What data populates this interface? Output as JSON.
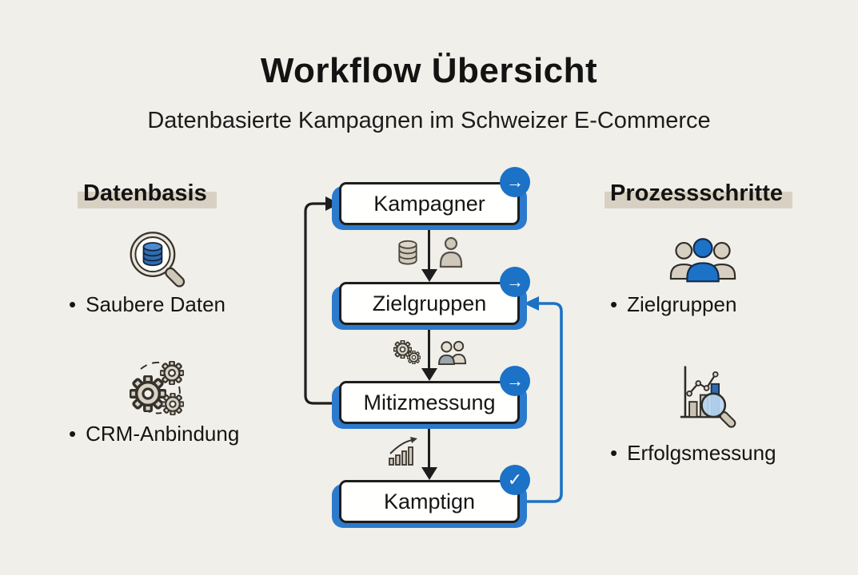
{
  "header": {
    "title": "Workflow Übersicht",
    "subtitle": "Datenbasierte Kampagnen im Schweizer E-Commerce"
  },
  "left_column": {
    "heading": "Datenbasis",
    "items": [
      {
        "bullet": "•",
        "label": "Saubere Daten",
        "icon": "database-magnifier-icon"
      },
      {
        "bullet": "•",
        "label": "CRM-Anbindung",
        "icon": "gears-icon"
      }
    ]
  },
  "right_column": {
    "heading": "Prozessschritte",
    "items": [
      {
        "bullet": "•",
        "label": "Zielgruppen",
        "icon": "people-group-icon"
      },
      {
        "bullet": "•",
        "label": "Erfolgsmessung",
        "icon": "chart-magnifier-icon"
      }
    ]
  },
  "flowchart": {
    "nodes": [
      {
        "label": "Kampagner",
        "badge": "arrow",
        "badge_glyph": "→"
      },
      {
        "label": "Zielgruppen",
        "badge": "arrow",
        "badge_glyph": "→"
      },
      {
        "label": "Mitizmessung",
        "badge": "arrow",
        "badge_glyph": "→"
      },
      {
        "label": "Kamptign",
        "badge": "check",
        "badge_glyph": "✓"
      }
    ],
    "connector_icons": [
      [
        "database-icon",
        "person-icon"
      ],
      [
        "gears-icon",
        "people-icon"
      ],
      [
        "growth-chart-icon"
      ]
    ],
    "edges": [
      {
        "from": "Kampagner",
        "to": "Zielgruppen",
        "style": "black-arrow-down"
      },
      {
        "from": "Zielgruppen",
        "to": "Mitizmessung",
        "style": "black-arrow-down"
      },
      {
        "from": "Mitizmessung",
        "to": "Kamptign",
        "style": "black-arrow-down"
      },
      {
        "from": "Mitizmessung",
        "to": "Kampagner",
        "style": "black-loop-left"
      },
      {
        "from": "Kamptign",
        "to": "Zielgruppen",
        "style": "blue-loop-right"
      }
    ]
  },
  "colors": {
    "background": "#f1efe9",
    "accent_blue": "#1b72c6",
    "node_cap_blue": "#2c7acc",
    "box_border": "#1d1d1d",
    "heading_highlight": "#d8d1c3",
    "text": "#161616"
  }
}
